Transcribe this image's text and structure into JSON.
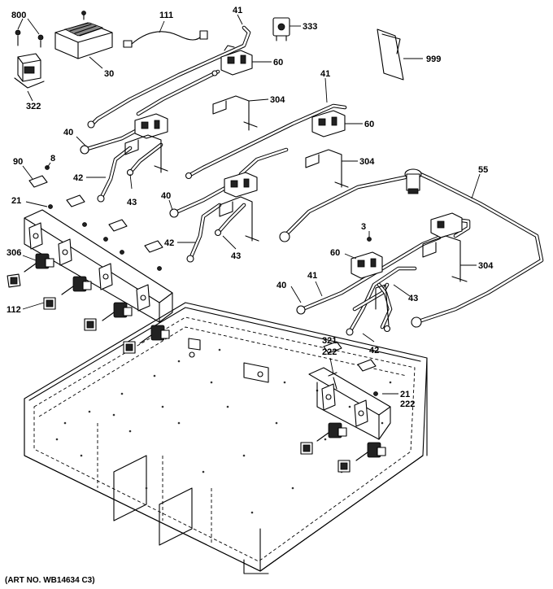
{
  "labels": {
    "l800": "800",
    "l111": "111",
    "l41a": "41",
    "l333": "333",
    "l999": "999",
    "l30": "30",
    "l322": "322",
    "l60a": "60",
    "l304a": "304",
    "l41b": "41",
    "l60b": "60",
    "l40a": "40",
    "l90": "90",
    "l8": "8",
    "l304b": "304",
    "l42a": "42",
    "l43a": "43",
    "l21a": "21",
    "l55": "55",
    "l40b": "40",
    "l3": "3",
    "l42b": "42",
    "l43b": "43",
    "l306": "306",
    "l60c": "60",
    "l304c": "304",
    "l41c": "41",
    "l40c": "40",
    "l43c": "43",
    "l112": "112",
    "l42c": "42",
    "l321": "321",
    "l222a": "222",
    "l21b": "21",
    "l222b": "222"
  },
  "art_number": "(ART NO. WB14634 C3)"
}
